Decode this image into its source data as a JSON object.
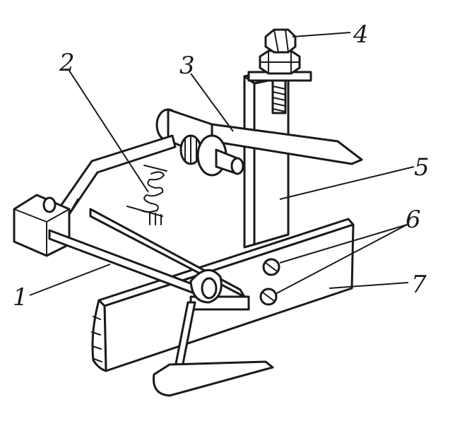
{
  "callouts": {
    "c1": "1",
    "c2": "2",
    "c3": "3",
    "c4": "4",
    "c5": "5",
    "c6": "6",
    "c7": "7"
  },
  "colors": {
    "ink": "#1a1a1a",
    "paper": "#ffffff"
  }
}
